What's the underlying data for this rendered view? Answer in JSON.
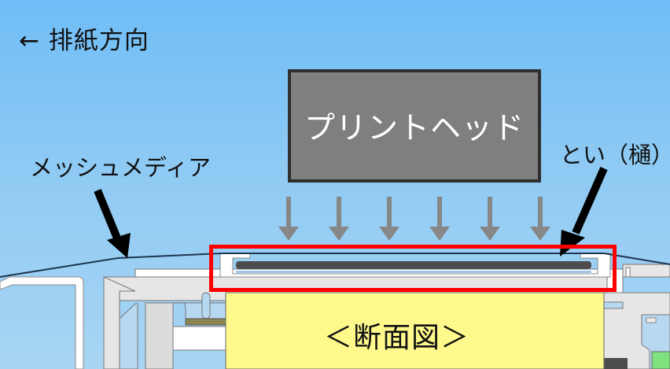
{
  "diagram": {
    "direction_label": "← 排紙方向",
    "print_head": {
      "label": "プリントヘッド",
      "fill": "#7f7f7f",
      "border": "#2f2f2f"
    },
    "mesh_media_label": "メッシュメディア",
    "gutter_label": "とい（樋）",
    "section_label": "＜断面図＞",
    "ink_arrows_count": 6,
    "colors": {
      "background_top": "#6fbdf7",
      "background_bottom": "#a9d5f3",
      "highlight_border": "#ff0000",
      "platen_yellow": "#fff98c",
      "frame_gray": "#e8e8e8",
      "ink_arrow_gray": "#878787",
      "gutter_dark": "#4d4d4d"
    }
  }
}
